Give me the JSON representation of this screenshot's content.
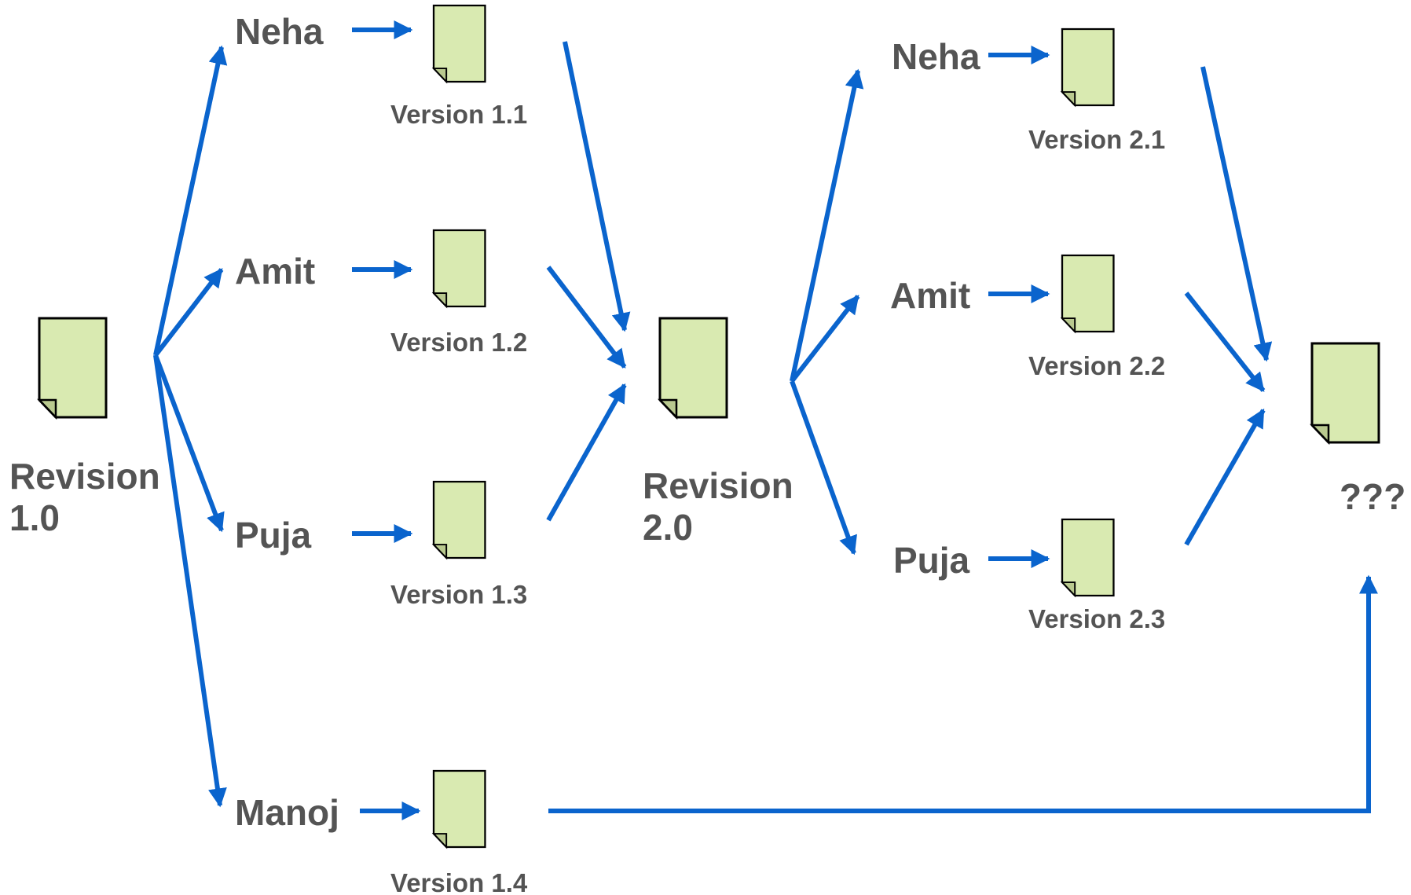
{
  "colors": {
    "arrow": "#0a64cd",
    "document_fill": "#d9eab1",
    "text": "#545454"
  },
  "revisions": [
    {
      "id": "rev1",
      "label_line1": "Revision",
      "label_line2": "1.0"
    },
    {
      "id": "rev2",
      "label_line1": "Revision",
      "label_line2": "2.0"
    },
    {
      "id": "rev3",
      "label": "???"
    }
  ],
  "round1": [
    {
      "person": "Neha",
      "version": "Version 1.1"
    },
    {
      "person": "Amit",
      "version": "Version 1.2"
    },
    {
      "person": "Puja",
      "version": "Version 1.3"
    },
    {
      "person": "Manoj",
      "version": "Version 1.4"
    }
  ],
  "round2": [
    {
      "person": "Neha",
      "version": "Version 2.1"
    },
    {
      "person": "Amit",
      "version": "Version 2.2"
    },
    {
      "person": "Puja",
      "version": "Version 2.3"
    }
  ]
}
